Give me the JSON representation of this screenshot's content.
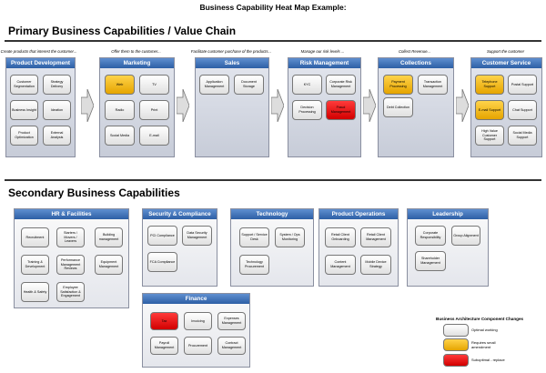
{
  "title": "Business Capability Heat Map Example:",
  "primary": {
    "heading": "Primary Business Capabilities / Value Chain",
    "columns": [
      {
        "sub": "Create products that interest the customer...",
        "name": "Product Development",
        "caps": [
          "Customer Segmentation",
          "Strategy Delivery",
          "Business Insight",
          "Ideation",
          "Product Optimization",
          "External Analysis"
        ],
        "status": [
          "none",
          "none",
          "none",
          "none",
          "none",
          "none"
        ]
      },
      {
        "sub": "Offer them to the customer...",
        "name": "Marketing",
        "caps": [
          "Web",
          "TV",
          "Radio",
          "Print",
          "Social Media",
          "E-mail"
        ],
        "status": [
          "yellow",
          "none",
          "none",
          "none",
          "none",
          "none"
        ]
      },
      {
        "sub": "Facilitate customer purchase of the products...",
        "name": "Sales",
        "caps": [
          "Application Management",
          "Document Storage"
        ],
        "status": [
          "none",
          "none"
        ]
      },
      {
        "sub": "Manage our risk levels ...",
        "name": "Risk Management",
        "caps": [
          "KYC",
          "Corporate Risk Management",
          "Decision Processing",
          "Fraud Management"
        ],
        "status": [
          "none",
          "none",
          "none",
          "red"
        ]
      },
      {
        "sub": "Collect Revenue...",
        "name": "Collections",
        "caps": [
          "Payment Processing",
          "Transaction Management",
          "Debt Collection"
        ],
        "status": [
          "yellow",
          "none",
          "none"
        ]
      },
      {
        "sub": "Support the customer",
        "name": "Customer Service",
        "caps": [
          "Telephone Support",
          "Postal Support",
          "E-mail Support",
          "Chat Support",
          "High Value Customer Support",
          "Social Media Support"
        ],
        "status": [
          "yellow",
          "none",
          "yellow",
          "none",
          "none",
          "none"
        ]
      }
    ]
  },
  "secondary": {
    "heading": "Secondary Business Capabilities",
    "groups": [
      {
        "name": "HR & Facilities",
        "caps": [
          "Recruitment",
          "Starters / Movers / Leavers",
          "Building management",
          "Training & Development",
          "Performance Management Reviews",
          "Equipment Management",
          "Health & Safety",
          "Employee Satisfaction & Engagement"
        ]
      },
      {
        "name": "Security & Compliance",
        "caps": [
          "PCI Compliance",
          "Data Security Management",
          "FCA Compliance"
        ]
      },
      {
        "name": "Technology",
        "caps": [
          "Support / Service Desk",
          "System / Ops Monitoring",
          "Technology Procurement"
        ]
      },
      {
        "name": "Product Operations",
        "caps": [
          "Retail Client Onboarding",
          "Retail Client Management",
          "Content Management",
          "Mobile Device Strategy"
        ]
      },
      {
        "name": "Leadership",
        "caps": [
          "Corporate Responsibility",
          "Group Alignment",
          "Shareholder Management"
        ]
      },
      {
        "name": "Finance",
        "caps": [
          "Tax",
          "Invoicing",
          "Expenses Management",
          "Payroll Management",
          "Procurement",
          "Contract Management"
        ],
        "status": [
          "red",
          "none",
          "none",
          "none",
          "none",
          "none"
        ]
      }
    ]
  },
  "legend": {
    "title": "Business Architecture Component Changes",
    "items": [
      {
        "label": "Optimal working",
        "color": "#ffffff"
      },
      {
        "label": "Requires small amendment",
        "color": "#f2b400"
      },
      {
        "label": "Suboptimal - replace",
        "color": "#e00000"
      }
    ]
  }
}
